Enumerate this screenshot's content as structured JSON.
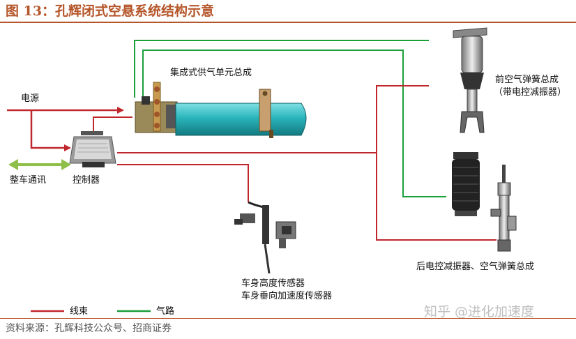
{
  "title": "图 13：孔辉闭式空悬系统结构示意",
  "labels": {
    "power": "电源",
    "vehicle_comm": "整车通讯",
    "controller": "控制器",
    "supply_unit": "集成式供气单元总成",
    "front_spring_1": "前空气弹簧总成",
    "front_spring_2": "（带电控减振器）",
    "rear": "后电控减振器、空气弹簧总成",
    "sensor_1": "车身高度传感器",
    "sensor_2": "车身垂向加速度传感器"
  },
  "legend": {
    "wire": "线束",
    "air": "气路"
  },
  "colors": {
    "wire": "#c0272d",
    "air": "#1a9e3a",
    "comm": "#8fbf4a",
    "title": "#b5562a",
    "tank": "#2bb5bc"
  },
  "source": "资料来源：孔辉科技公众号、招商证券",
  "watermark": "知乎 @进化加速度"
}
